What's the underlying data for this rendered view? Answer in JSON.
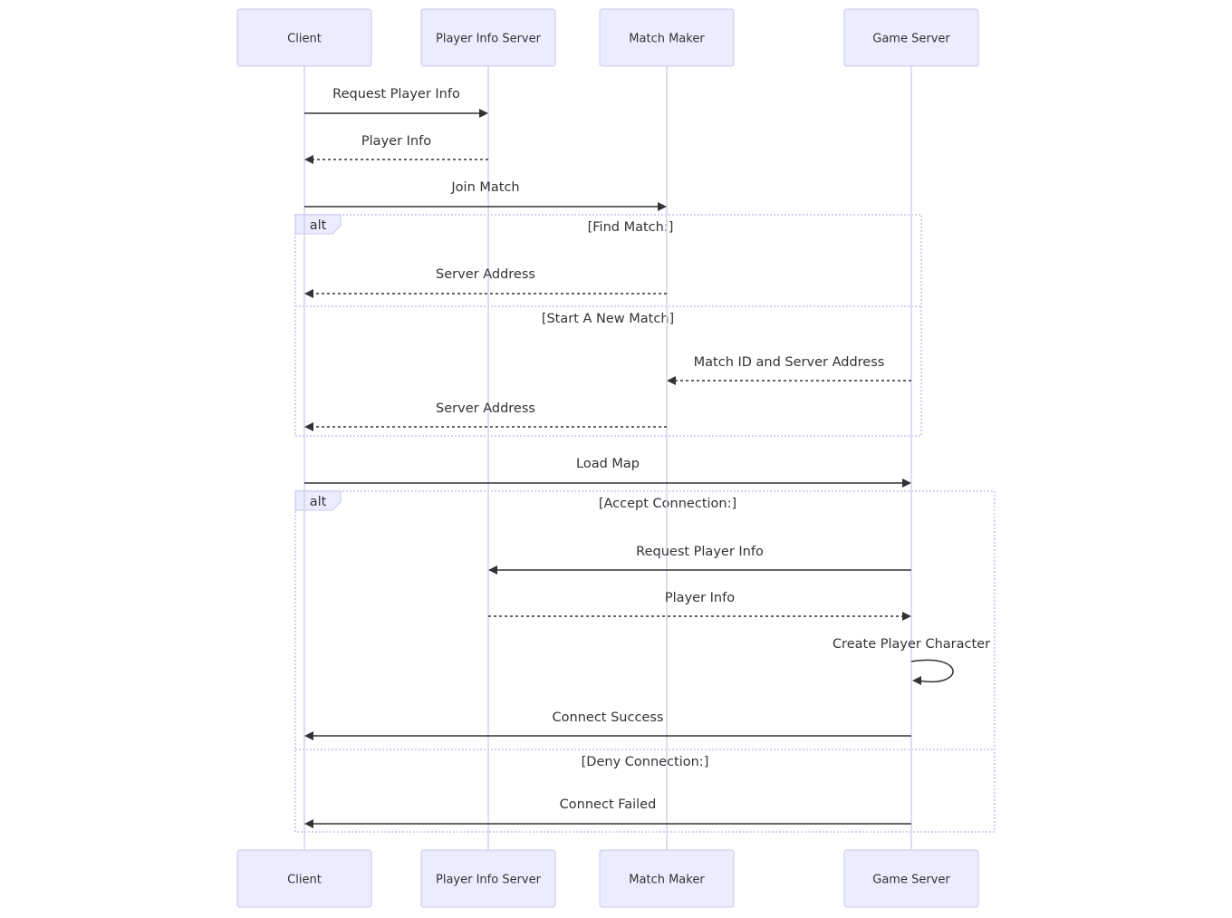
{
  "participants": [
    {
      "id": "client",
      "label": "Client"
    },
    {
      "id": "pis",
      "label": "Player Info Server"
    },
    {
      "id": "mm",
      "label": "Match Maker"
    },
    {
      "id": "gs",
      "label": "Game Server"
    }
  ],
  "messages": [
    {
      "id": "m1",
      "from": "client",
      "to": "pis",
      "text": "Request Player Info",
      "style": "solid"
    },
    {
      "id": "m2",
      "from": "pis",
      "to": "client",
      "text": "Player Info",
      "style": "dashed"
    },
    {
      "id": "m3",
      "from": "client",
      "to": "mm",
      "text": "Join Match",
      "style": "solid"
    },
    {
      "id": "m4",
      "from": "mm",
      "to": "client",
      "text": "Server Address",
      "style": "dashed"
    },
    {
      "id": "m5",
      "from": "gs",
      "to": "mm",
      "text": "Match ID and Server Address",
      "style": "dashed"
    },
    {
      "id": "m6",
      "from": "mm",
      "to": "client",
      "text": "Server Address",
      "style": "dashed"
    },
    {
      "id": "m7",
      "from": "client",
      "to": "gs",
      "text": "Load Map",
      "style": "solid"
    },
    {
      "id": "m8",
      "from": "gs",
      "to": "pis",
      "text": "Request Player Info",
      "style": "solid"
    },
    {
      "id": "m9",
      "from": "pis",
      "to": "gs",
      "text": "Player Info",
      "style": "dashed"
    },
    {
      "id": "m10",
      "from": "gs",
      "to": "gs",
      "text": "Create Player Character",
      "style": "solid"
    },
    {
      "id": "m11",
      "from": "gs",
      "to": "client",
      "text": "Connect Success",
      "style": "solid"
    },
    {
      "id": "m12",
      "from": "gs",
      "to": "client",
      "text": "Connect Failed",
      "style": "solid"
    }
  ],
  "fragments": [
    {
      "id": "f1",
      "type": "alt",
      "sections": [
        {
          "condition": "[Find Match:]"
        },
        {
          "condition": "[Start A New Match]"
        }
      ]
    },
    {
      "id": "f2",
      "type": "alt",
      "sections": [
        {
          "condition": "[Accept Connection:]"
        },
        {
          "condition": "[Deny Connection:]"
        }
      ]
    }
  ]
}
